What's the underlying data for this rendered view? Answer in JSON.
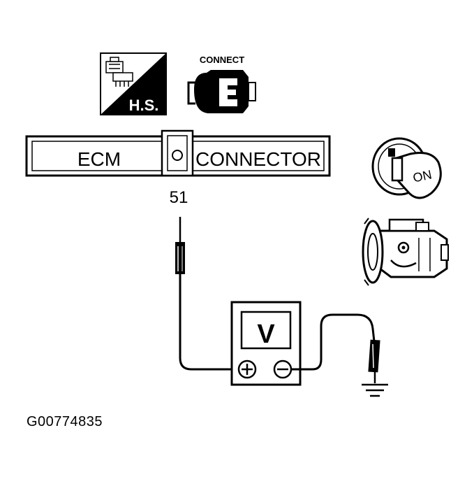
{
  "icons": {
    "hs_icon": {
      "label": "H.S."
    },
    "connect_icon": {
      "label": "CONNECT"
    },
    "ignition_key_icon": {
      "label": "ON"
    },
    "engine_icon": {
      "label": ""
    }
  },
  "connector": {
    "left_label": "ECM",
    "right_label": "CONNECTOR",
    "terminal_number": "51"
  },
  "meter": {
    "label": "V",
    "plus_symbol": "⊕",
    "minus_symbol": "⊖"
  },
  "figure_id": "G00774835"
}
